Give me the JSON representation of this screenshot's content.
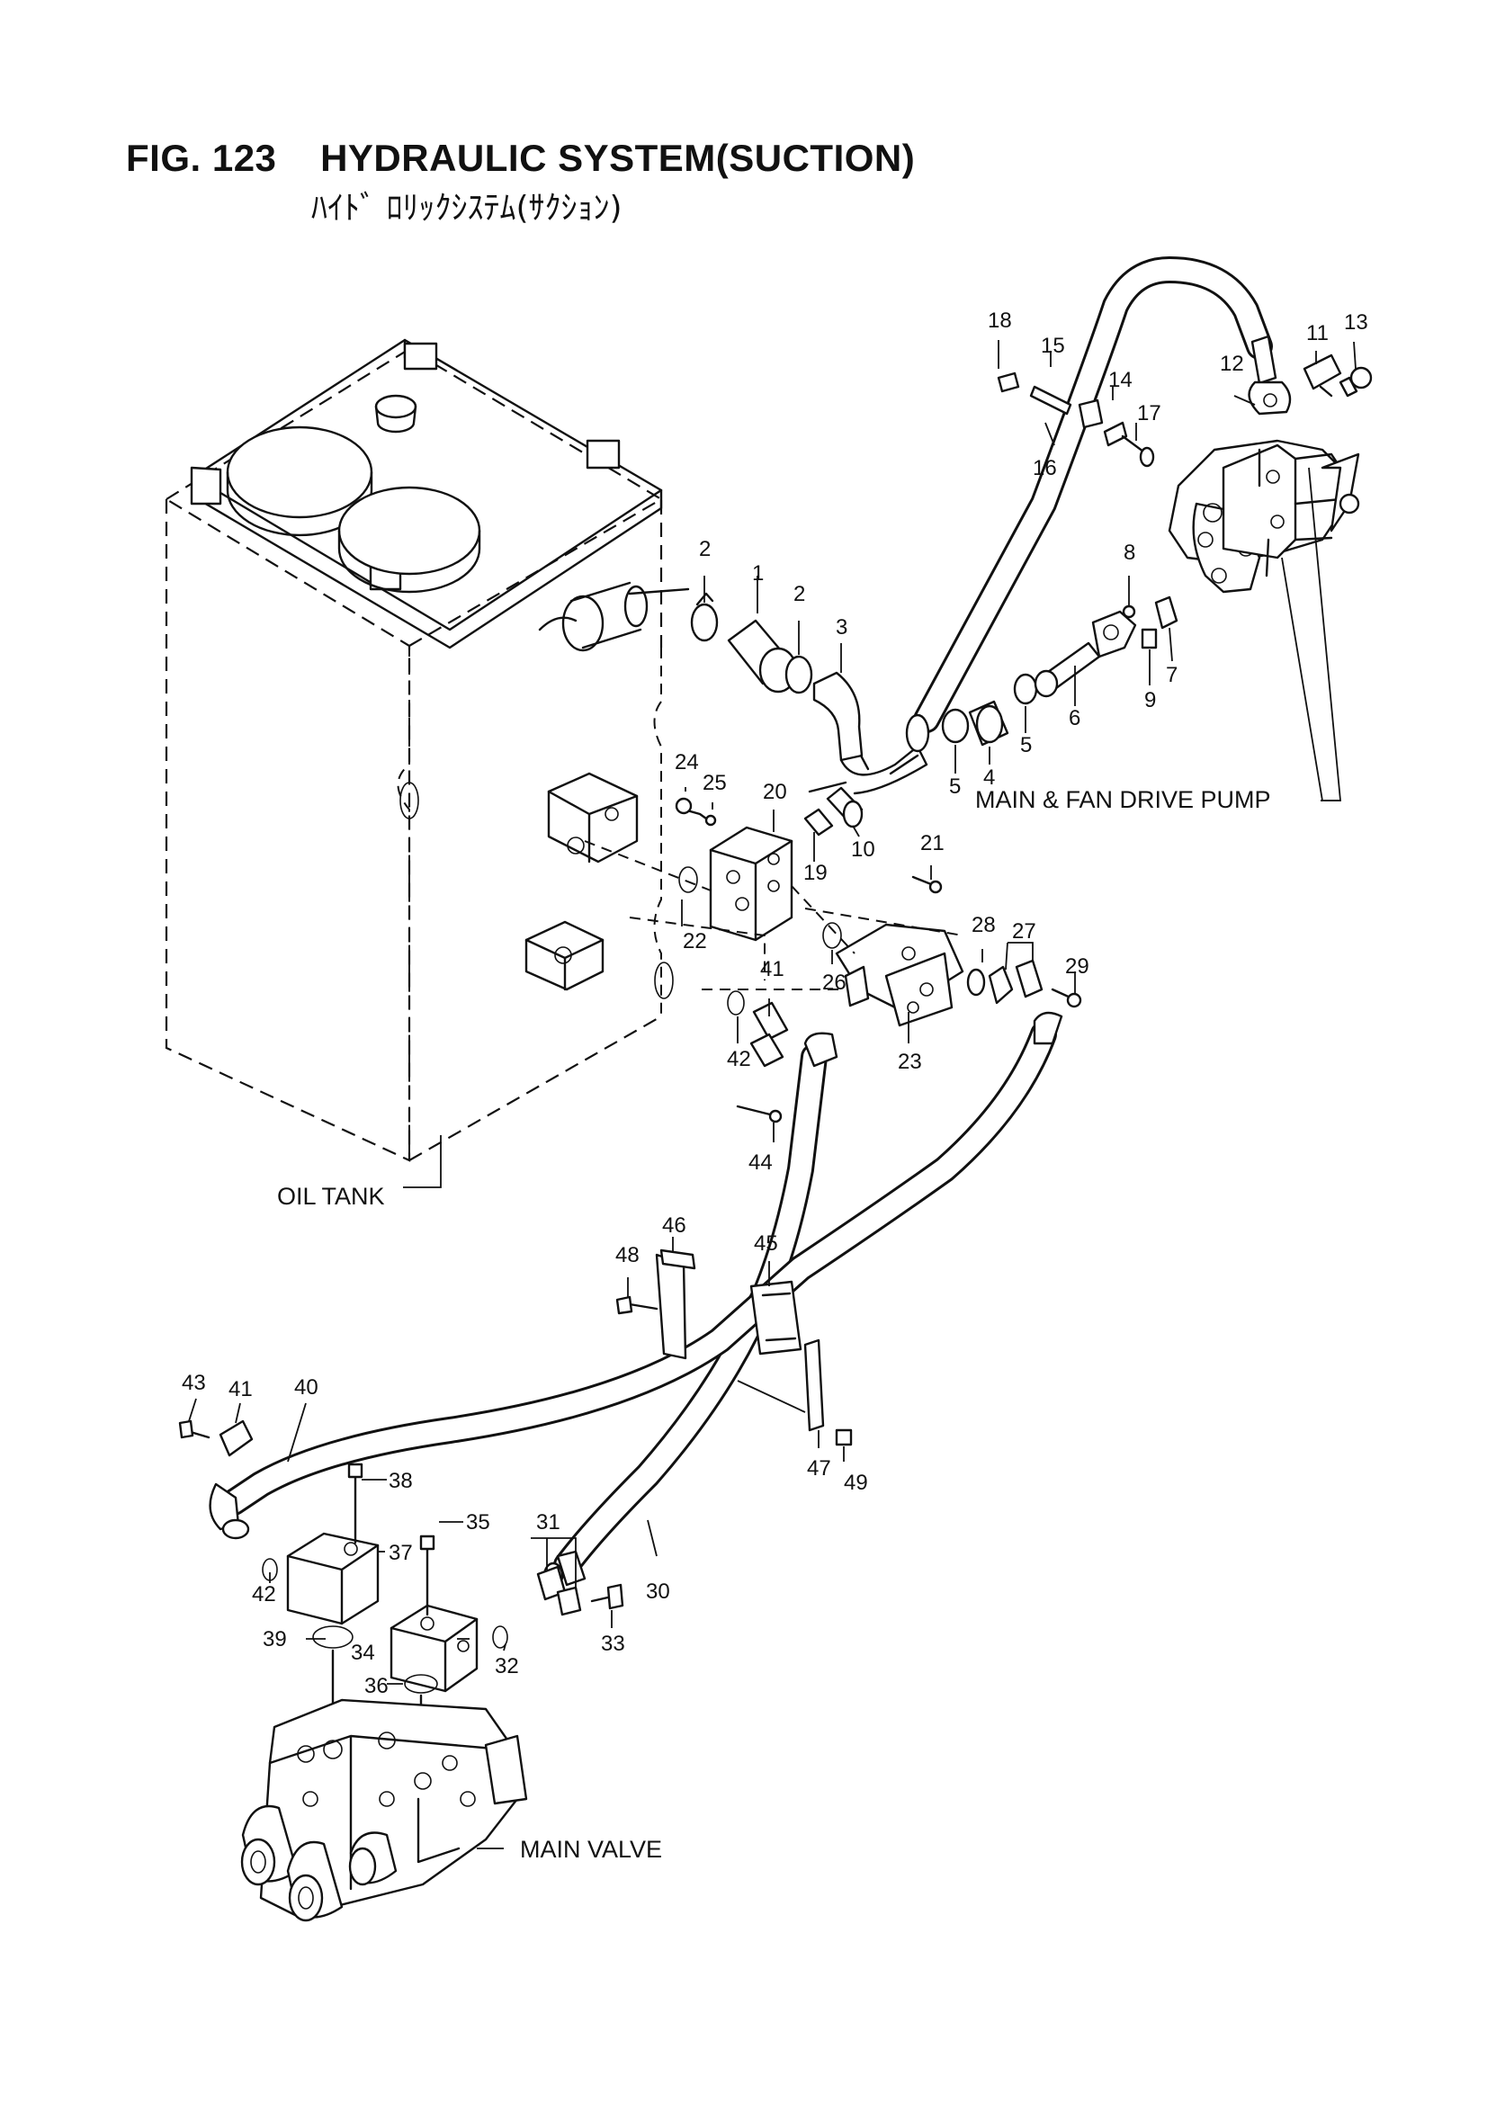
{
  "figure": {
    "title": "FIG. 123    HYDRAULIC SYSTEM(SUCTION)",
    "subtitle": "ﾊｲﾄﾞ ﾛﾘｯｸｼｽﾃﾑ(ｻｸｼｮﾝ)"
  },
  "callouts": {
    "oil_tank": "OIL TANK",
    "main_fan_drive_pump": "MAIN & FAN DRIVE PUMP",
    "main_valve": "MAIN VALVE"
  },
  "part_numbers": [
    "1",
    "2",
    "2",
    "3",
    "4",
    "5",
    "5",
    "6",
    "7",
    "8",
    "9",
    "10",
    "11",
    "12",
    "13",
    "14",
    "15",
    "16",
    "17",
    "18",
    "19",
    "20",
    "21",
    "22",
    "23",
    "24",
    "25",
    "26",
    "27",
    "28",
    "29",
    "30",
    "31",
    "32",
    "33",
    "34",
    "35",
    "36",
    "37",
    "38",
    "39",
    "40",
    "41",
    "41",
    "42",
    "42",
    "43",
    "44",
    "45",
    "46",
    "47",
    "48",
    "49"
  ]
}
